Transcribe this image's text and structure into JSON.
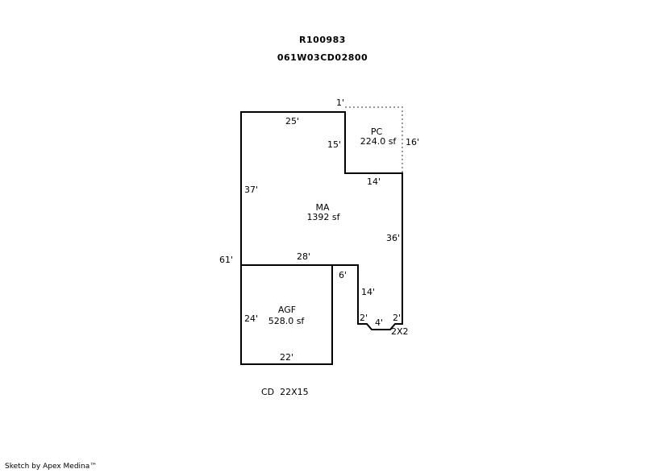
{
  "header": {
    "record_id": "R100983",
    "parcel_id": "061W03CD02800"
  },
  "areas": {
    "pc": {
      "code": "PC",
      "area": "224.0 sf"
    },
    "ma": {
      "code": "MA",
      "area": "1392 sf"
    },
    "agf": {
      "code": "AGF",
      "area": "528.0 sf"
    }
  },
  "dimensions": {
    "top_right_offset": "1'",
    "ma_top": "25'",
    "pc_left": "15'",
    "pc_right": "16'",
    "pc_bottom": "14'",
    "ma_left": "37'",
    "ma_right": "36'",
    "total_left": "61'",
    "agf_top": "28'",
    "notch_top": "6'",
    "notch_side": "14'",
    "corner_left": "2'",
    "corner_bottom": "4'",
    "corner_right": "2'",
    "corner_box": "2X2",
    "agf_left": "24'",
    "agf_bottom": "22'"
  },
  "extras": {
    "cd_label": "CD  22X15"
  },
  "footer": {
    "credit": "Sketch by Apex Medina™"
  },
  "colors": {
    "line": "#000000",
    "dotted_line": "#999999"
  }
}
